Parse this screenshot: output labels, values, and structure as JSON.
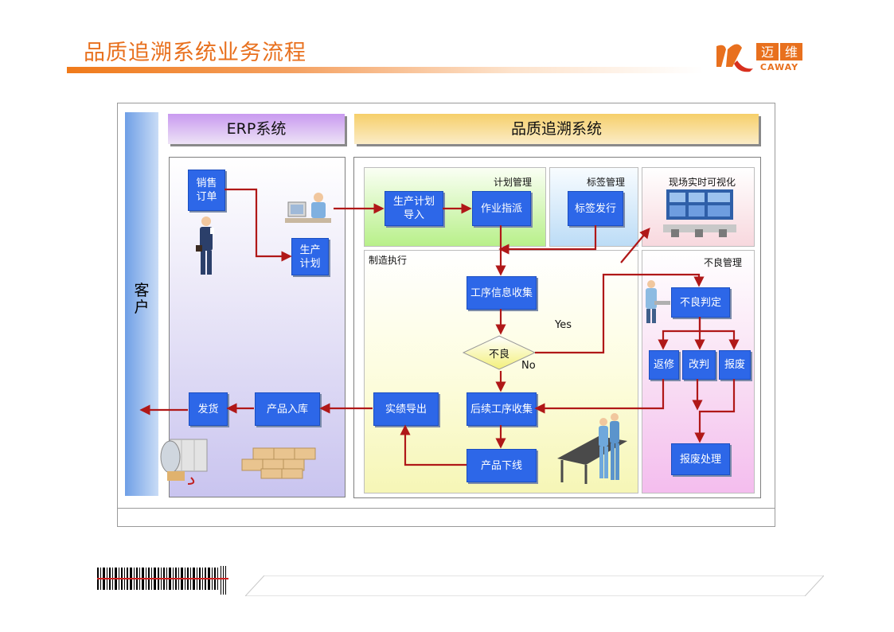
{
  "page": {
    "title": "品质追溯系统业务流程"
  },
  "logo": {
    "text_cn": "迈维",
    "text_en": "CAWAY"
  },
  "customer": {
    "label": "客户"
  },
  "headers": {
    "erp": "ERP系统",
    "quality": "品质追溯系统"
  },
  "zones": {
    "plan": "计划管理",
    "label": "标签管理",
    "viz": "现场实时可视化",
    "mfg": "制造执行",
    "bad": "不良管理"
  },
  "boxes": {
    "sales_order": "销售\n订单",
    "production_plan": "生产\n计划",
    "plan_import": "生产计划\n导入",
    "job_dispatch": "作业指派",
    "label_issue": "标签发行",
    "process_collect": "工序信息收集",
    "defect_decision": "不良",
    "followup_collect": "后续工序收集",
    "product_offline": "产品下线",
    "result_export": "实绩导出",
    "warehouse_in": "产品入库",
    "shipment": "发货",
    "defect_judge": "不良判定",
    "rework": "返修",
    "rejudge": "改判",
    "scrap": "报废",
    "scrap_handle": "报废处理"
  },
  "edge_labels": {
    "yes": "Yes",
    "no": "No"
  },
  "colors": {
    "box": "#2d67e8",
    "arrow": "#b01818",
    "title": "#e8701e"
  }
}
